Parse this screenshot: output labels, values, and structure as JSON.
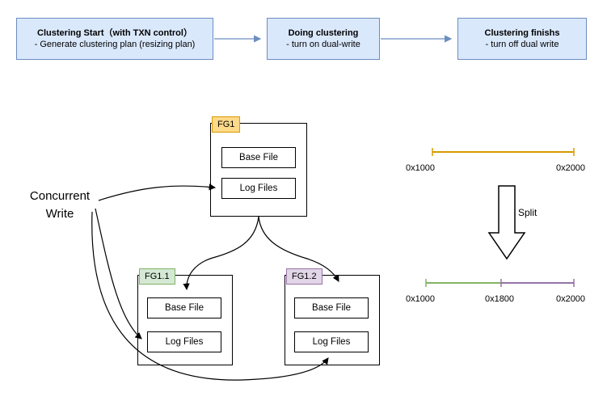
{
  "flow": {
    "steps": [
      {
        "title": "Clustering Start（with TXN control）",
        "subtitle": "- Generate clustering plan (resizing plan)"
      },
      {
        "title": "Doing clustering",
        "subtitle": "- turn on dual-write"
      },
      {
        "title": "Clustering finishs",
        "subtitle": "- turn off dual write"
      }
    ]
  },
  "groups": {
    "fg1": {
      "label": "FG1",
      "base": "Base File",
      "logs": "Log Files"
    },
    "fg11": {
      "label": "FG1.1",
      "base": "Base File",
      "logs": "Log Files"
    },
    "fg12": {
      "label": "FG1.2",
      "base": "Base File",
      "logs": "Log Files"
    }
  },
  "annotations": {
    "concurrent_line1": "Concurrent",
    "concurrent_line2": "Write",
    "split": "Split"
  },
  "ranges": {
    "top": {
      "start": "0x1000",
      "end": "0x2000",
      "color": "#d79b00"
    },
    "bottom": {
      "start": "0x1000",
      "mid": "0x1800",
      "end": "0x2000",
      "left_color": "#82b366",
      "right_color": "#9673a6"
    }
  },
  "colors": {
    "flow_fill": "#dae8fc",
    "flow_border": "#6c8ebf",
    "fg1_tab": "#ffd98a",
    "fg11_tab": "#d5e8d4",
    "fg12_tab": "#e1d5e7"
  }
}
